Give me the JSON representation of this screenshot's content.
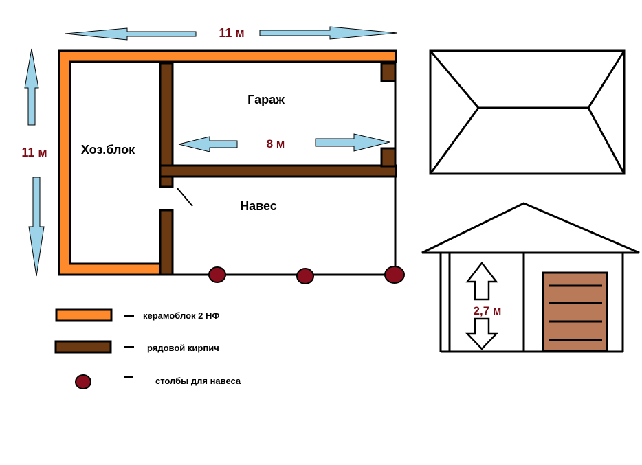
{
  "labels": {
    "width_top": "11 м",
    "height_left": "11 м",
    "garage_width": "8 м",
    "garage": "Гараж",
    "utility_block": "Хоз.блок",
    "canopy": "Навес",
    "wall_height": "2,7 м"
  },
  "legend": [
    {
      "label": "керамоблок 2 НФ",
      "color": "#ff8a2b"
    },
    {
      "label": "рядовой кирпич",
      "color": "#6b3a12"
    },
    {
      "label": "столбы для навеса",
      "color": "#8a0f1e"
    }
  ],
  "colors": {
    "ceramic_block": "#ff8a2b",
    "brick": "#6b3a12",
    "post": "#8a0f1e",
    "arrow": "#9dd3e8",
    "dimension_text": "#7a0a14",
    "door": "#b97a5a",
    "outline": "#000000"
  }
}
